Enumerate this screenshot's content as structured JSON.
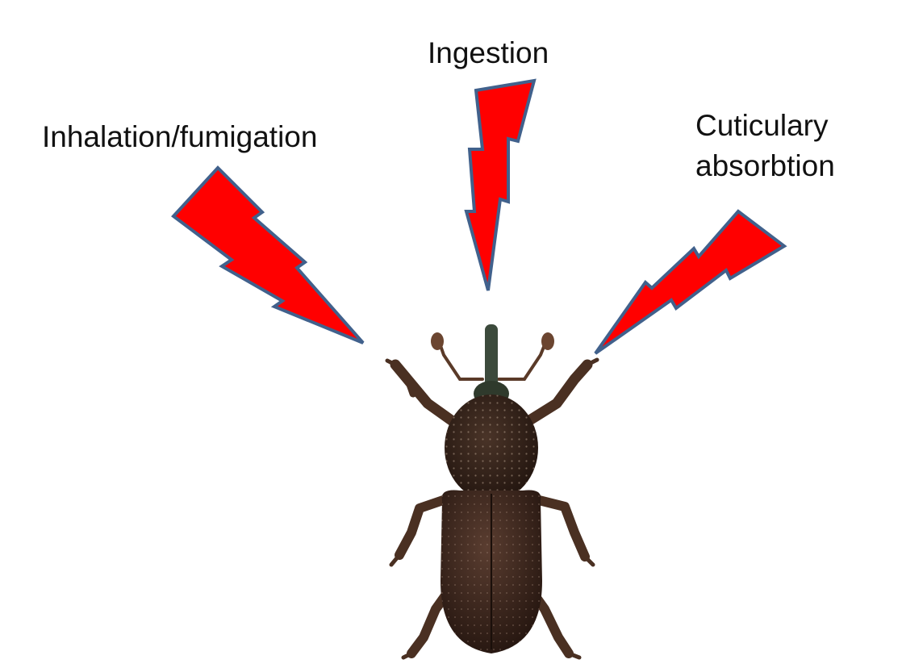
{
  "labels": {
    "ingestion": "Ingestion",
    "inhalation": "Inhalation/fumigation",
    "cuticular_line1": "Cuticulary",
    "cuticular_line2": "absorbtion"
  },
  "colors": {
    "bolt_fill": "#ff0000",
    "bolt_stroke": "#41618c",
    "beetle_body": "#3b2820",
    "beetle_leg": "#5a3a28"
  },
  "icons": {
    "bolts": "lightning-bolt-icon",
    "insect": "weevil-beetle-icon"
  }
}
